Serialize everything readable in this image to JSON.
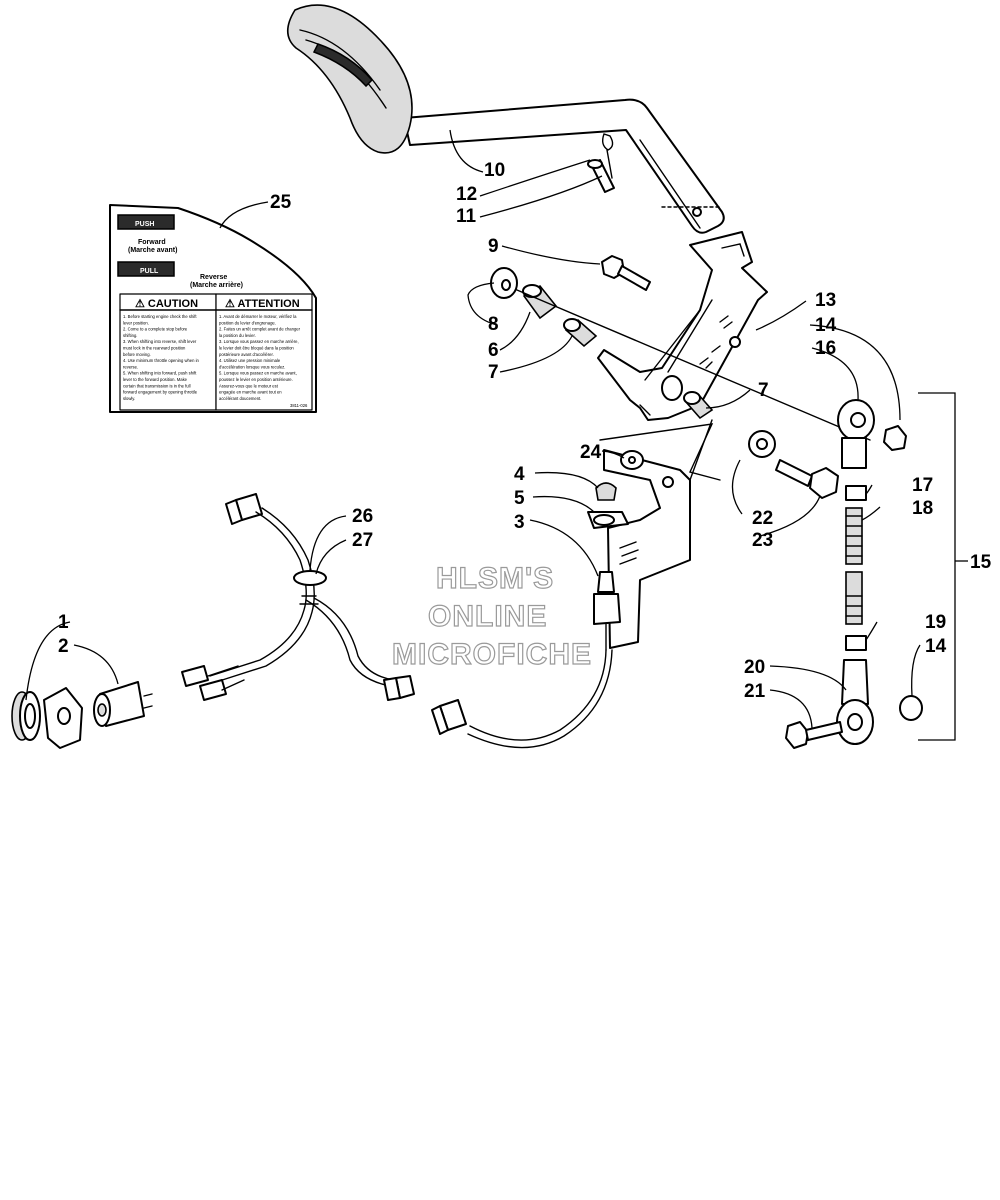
{
  "watermark": {
    "line1": "HLSM'S",
    "line2": "ONLINE",
    "line3": "MICROFICHE"
  },
  "label": {
    "push": "PUSH",
    "forward": "Forward",
    "forward_fr": "(Marche avant)",
    "pull": "PULL",
    "reverse": "Reverse",
    "reverse_fr": "(Marche arrière)",
    "caution": "⚠ CAUTION",
    "attention": "⚠ ATTENTION",
    "code": "3811-026",
    "caution_lines": [
      "1. Before starting engine check the shift",
      "   lever position.",
      "2. Come to a complete stop before",
      "   shifting.",
      "3. When shifting into reverse, shift lever",
      "   must lock in the rearward position",
      "   before moving.",
      "4. Use minimum throttle opening when in",
      "   reverse.",
      "5. When shifting into forward, push shift",
      "   lever to the forward position. Make",
      "   certain that transmission is in the full",
      "   forward engagement by opening throttle",
      "   slowly."
    ],
    "attention_lines": [
      "1. Avant de démarrer le moteur, vérifiez la",
      "   position du levier d'engrenage.",
      "2. Faites un arrêt complet avant de changer",
      "   la position du levier.",
      "3. Lorsque vous passez en marche arrière,",
      "   le levier doit être bloqué dans la position",
      "   postérieure avant d'accélérer.",
      "4. Utilisez une pression minimale",
      "   d'accélération lorsque vous reculez.",
      "5. Lorsque vous passez en marche avant,",
      "   poussez le levier en position antérieure.",
      "   Assurez-vous que le moteur est",
      "   engagée en marche avant tout en",
      "   accélérant doucement."
    ]
  },
  "callouts": {
    "c1": "1",
    "c2": "2",
    "c3": "3",
    "c4": "4",
    "c5": "5",
    "c6": "6",
    "c7a": "7",
    "c7b": "7",
    "c8": "8",
    "c9": "9",
    "c10": "10",
    "c11": "11",
    "c12": "12",
    "c13": "13",
    "c14a": "14",
    "c14b": "14",
    "c15": "15",
    "c16": "16",
    "c17": "17",
    "c18": "18",
    "c19": "19",
    "c20": "20",
    "c21": "21",
    "c22": "22",
    "c23": "23",
    "c24": "24",
    "c25": "25",
    "c26": "26",
    "c27": "27"
  }
}
